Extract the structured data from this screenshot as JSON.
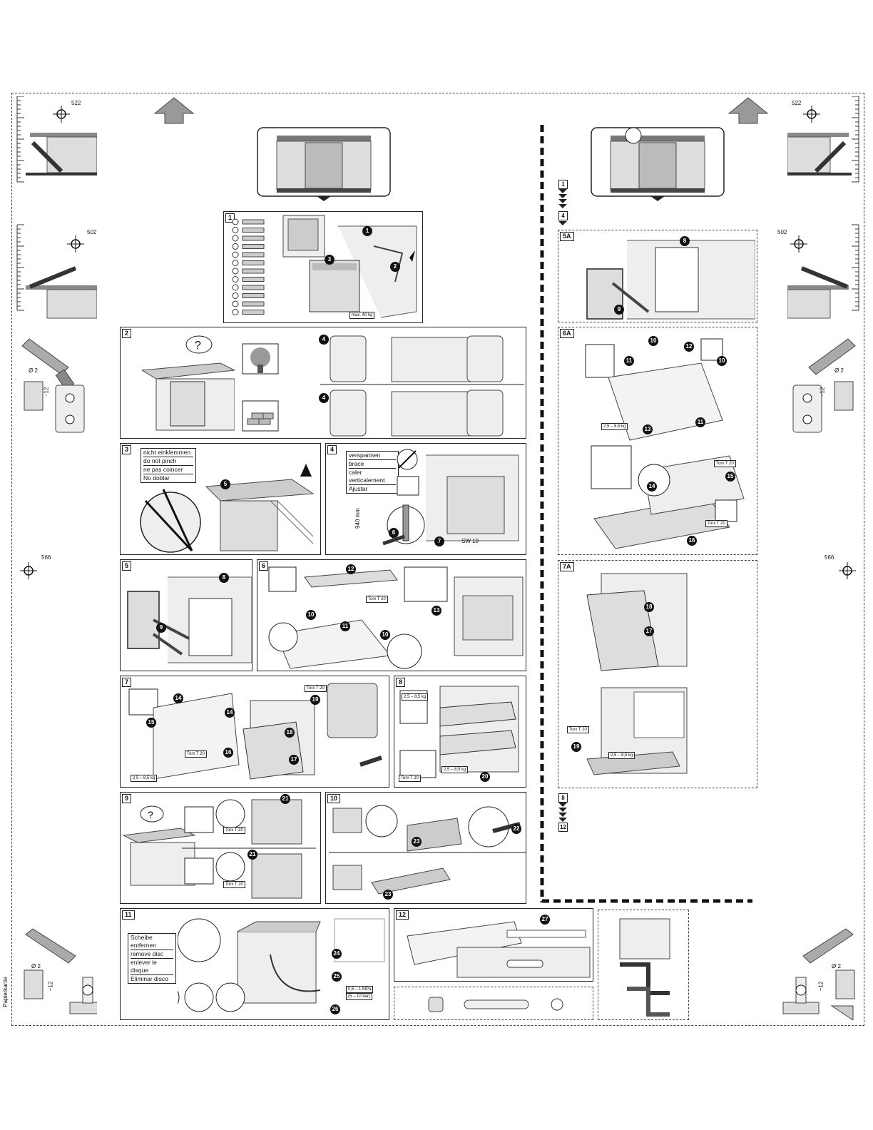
{
  "dimensions": {
    "top_left": "522",
    "top_right": "522",
    "mid_left": "502",
    "mid_right": "502",
    "low_left": "566",
    "low_right": "566",
    "drill_diameter": "Ø 2",
    "drill_depth": "~12",
    "height_940": "940 mm",
    "ring_size": "SW 10"
  },
  "side_label": "Papierkante",
  "panels": {
    "p1": "1",
    "p2": "2",
    "p3": "3",
    "p4": "4",
    "p5": "5",
    "p6": "6",
    "p7": "7",
    "p8": "8",
    "p9": "9",
    "p10": "10",
    "p11": "11",
    "p12": "12",
    "p5a": "5A",
    "p6a": "6A",
    "p7a": "7A"
  },
  "steps": {
    "range_a_start": "1",
    "range_a_end": "4",
    "range_b_start": "8",
    "range_b_end": "12"
  },
  "callouts": [
    "1",
    "2",
    "3",
    "4",
    "5",
    "6",
    "7",
    "8",
    "9",
    "10",
    "11",
    "12",
    "13",
    "14",
    "15",
    "16",
    "17",
    "18",
    "19",
    "20",
    "21",
    "22",
    "23",
    "24",
    "25",
    "26",
    "27"
  ],
  "panel1": {
    "max_weight": "max. 40 kg"
  },
  "panel3_warning": [
    "nicht einklemmen",
    "do not pinch",
    "ne pas coincer",
    "No doblar"
  ],
  "panel4_warning": [
    "verspannen",
    "brace",
    "caler verticalement",
    "Ajustar"
  ],
  "panel11_warning": [
    "Scheibe entfernen",
    "remove disc",
    "enlever le disque",
    "Eliminar disco"
  ],
  "weights": {
    "door_weight": "2,5 – 8,5 kg",
    "door_weight_b": "2,5 – 8,5 kg"
  },
  "tools": {
    "torx": "Torx T 20"
  },
  "panel11_specs": {
    "hose_spec": "0,5 – 1 MPa",
    "pressure_spec": "(5 – 10 bar)"
  }
}
